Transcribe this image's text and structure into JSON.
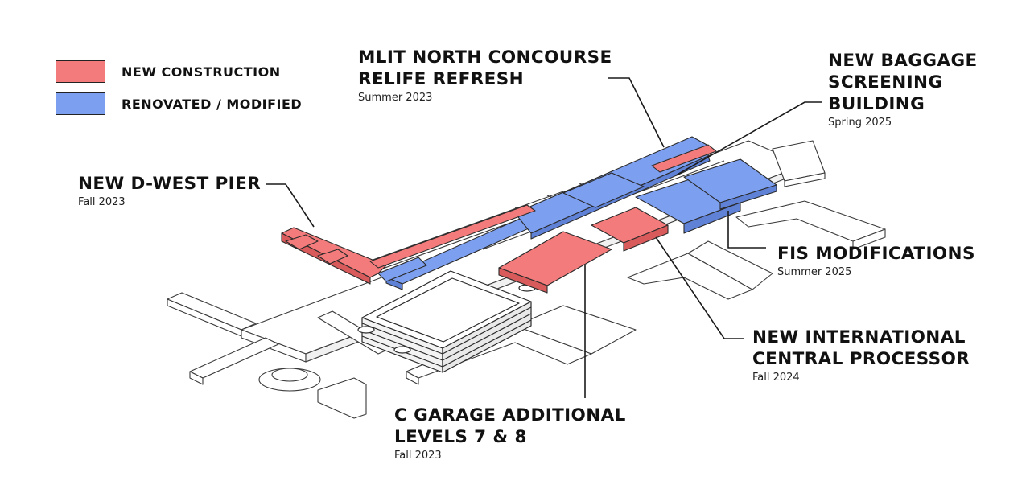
{
  "colors": {
    "new_construction": "#f47b7b",
    "renovated": "#7c9ff0",
    "outline": "#2a2a2a",
    "shadow": "#e2e2e2"
  },
  "legend": {
    "new_construction": "NEW CONSTRUCTION",
    "renovated": "RENOVATED / MODIFIED"
  },
  "callouts": {
    "mlit": {
      "title": "MLIT NORTH CONCOURSE\nRELIFE REFRESH",
      "date": "Summer 2023"
    },
    "baggage": {
      "title": "NEW BAGGAGE\nSCREENING\nBUILDING",
      "date": "Spring 2025"
    },
    "dwest": {
      "title": "NEW D-WEST PIER",
      "date": "Fall 2023"
    },
    "fis": {
      "title": "FIS MODIFICATIONS",
      "date": "Summer 2025"
    },
    "icp": {
      "title": "NEW INTERNATIONAL\nCENTRAL PROCESSOR",
      "date": "Fall 2024"
    },
    "garage": {
      "title": "C GARAGE ADDITIONAL\nLEVELS 7 & 8",
      "date": "Fall 2023"
    }
  }
}
